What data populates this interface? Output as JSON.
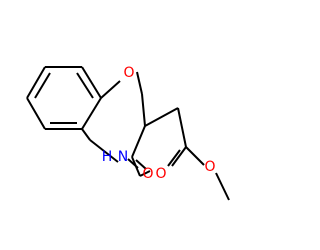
{
  "molecule": {
    "atoms": {
      "ring_oxygen": "O",
      "amide_nitrogen": "N",
      "amide_hydrogen": "H",
      "carbonyl_oxygen": "O",
      "ester_carbonyl_oxygen": "O",
      "ester_oxygen": "O"
    },
    "colors": {
      "bond": "#000000",
      "oxygen": "#ff0000",
      "nitrogen": "#0000ff",
      "background": "#ffffff"
    }
  }
}
